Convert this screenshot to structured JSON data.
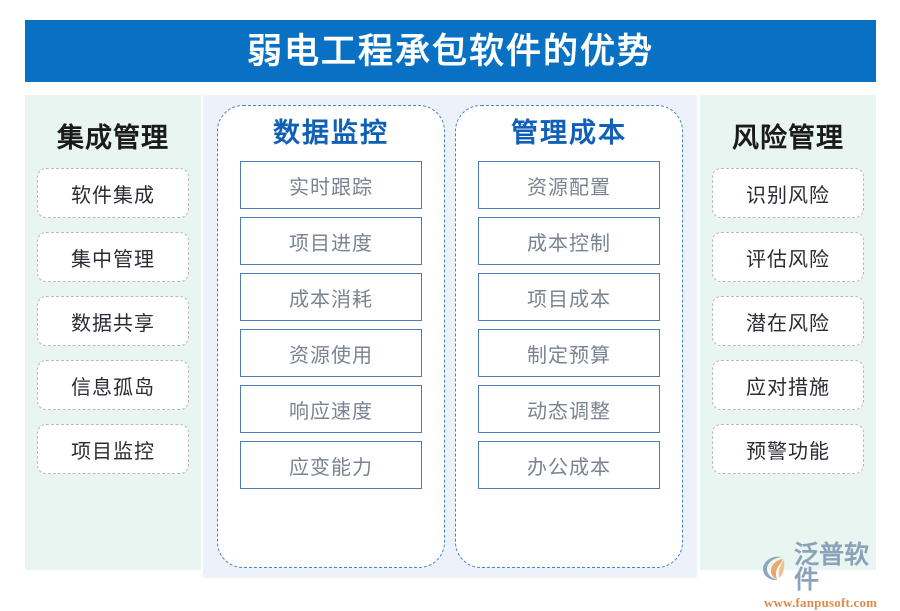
{
  "banner": {
    "title": "弱电工程承包软件的优势",
    "background_color": "#0871c4",
    "text_color": "#ffffff"
  },
  "columns": {
    "left": {
      "header": "集成管理",
      "style": "mint-panel",
      "panel_color": "#e8f5f1",
      "items": [
        {
          "label": "软件集成"
        },
        {
          "label": "集中管理"
        },
        {
          "label": "数据共享"
        },
        {
          "label": "信息孤岛"
        },
        {
          "label": "项目监控"
        }
      ]
    },
    "center_left": {
      "header": "数据监控",
      "style": "blue-card",
      "header_color": "#1060b8",
      "items": [
        {
          "label": "实时跟踪"
        },
        {
          "label": "项目进度"
        },
        {
          "label": "成本消耗"
        },
        {
          "label": "资源使用"
        },
        {
          "label": "响应速度"
        },
        {
          "label": "应变能力"
        }
      ]
    },
    "center_right": {
      "header": "管理成本",
      "style": "blue-card",
      "header_color": "#1060b8",
      "items": [
        {
          "label": "资源配置"
        },
        {
          "label": "成本控制"
        },
        {
          "label": "项目成本"
        },
        {
          "label": "制定预算"
        },
        {
          "label": "动态调整"
        },
        {
          "label": "办公成本"
        }
      ]
    },
    "right": {
      "header": "风险管理",
      "style": "mint-panel",
      "panel_color": "#e8f5f1",
      "items": [
        {
          "label": "识别风险"
        },
        {
          "label": "评估风险"
        },
        {
          "label": "潜在风险"
        },
        {
          "label": "应对措施"
        },
        {
          "label": "预警功能"
        }
      ]
    }
  },
  "watermark": {
    "brand": "泛普软件",
    "url": "www.fanpusoft.com",
    "brand_color": "#8aa3b8",
    "url_color": "#e08a4a",
    "logo_icon": "fanpu-leaf-logo-icon"
  }
}
